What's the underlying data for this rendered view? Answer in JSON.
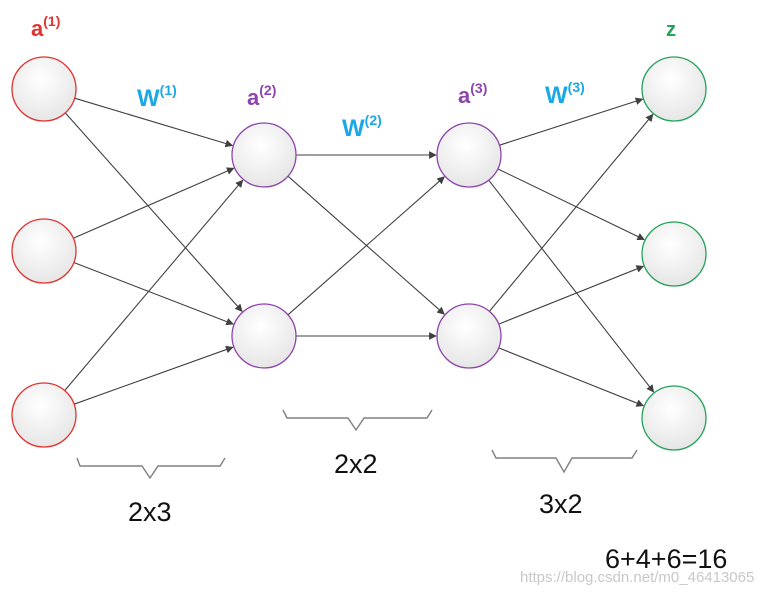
{
  "colors": {
    "layer1": "#e0322f",
    "layer2": "#8e44ad",
    "layer3": "#8e44ad",
    "layer4": "#22a35a",
    "weight": "#1aa9e6",
    "edge": "#404040",
    "node_fill_top": "#ffffff",
    "node_fill_bottom": "#e6e6e6",
    "brace": "#808080",
    "text": "#111111",
    "watermark": "#c8c8c8"
  },
  "layers": [
    {
      "base": "a",
      "sup": "(1)",
      "count": 3
    },
    {
      "base": "a",
      "sup": "(2)",
      "count": 2
    },
    {
      "base": "a",
      "sup": "(3)",
      "count": 2
    },
    {
      "base": "z",
      "sup": "",
      "count": 3
    }
  ],
  "weights": [
    {
      "base": "W",
      "sup": "(1)"
    },
    {
      "base": "W",
      "sup": "(2)"
    },
    {
      "base": "W",
      "sup": "(3)"
    }
  ],
  "dims": [
    "2x3",
    "2x2",
    "3x2"
  ],
  "sum_text": "6+4+6=16",
  "watermark": "https://blog.csdn.net/m0_46413065"
}
